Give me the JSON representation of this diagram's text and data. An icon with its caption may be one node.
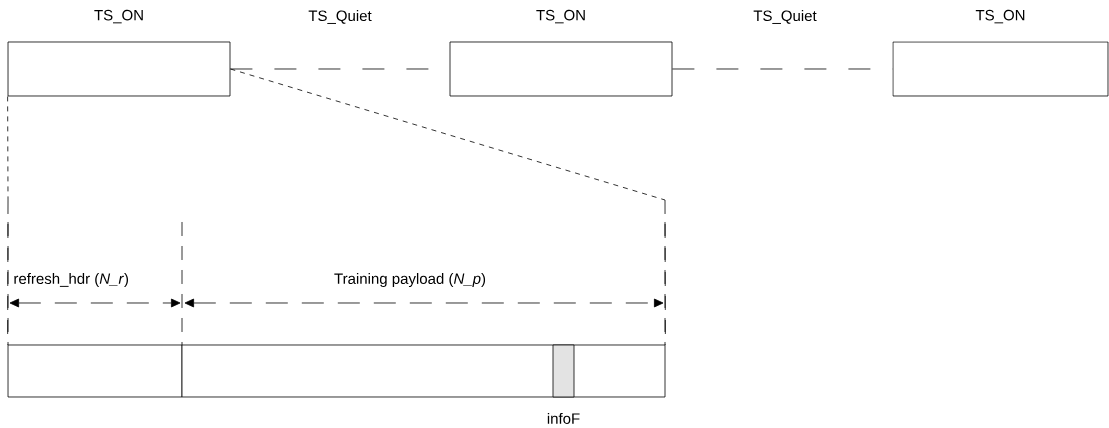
{
  "diagram": {
    "nodes": [
      {
        "text": [
          "TS_ON"
        ]
      },
      {
        "text": [
          "TS_ON"
        ]
      },
      {
        "text": [
          "TS_ON"
        ]
      },
      {
        "text": [],
        "shape": "box"
      },
      {
        "text": [],
        "shape": "box"
      },
      {
        "text": [
          "infoF"
        ],
        "in": 4
      }
    ],
    "edges": [
      {
        "from": 0,
        "to": 1,
        "arrow": "none",
        "style": "dashed"
      },
      {
        "from": 1,
        "to": 2,
        "arrow": "none",
        "style": "dashed"
      },
      {
        "from": 0,
        "to": 3,
        "arrow": "none",
        "style": "dashed"
      },
      {
        "from": 0,
        "to": 4,
        "arrow": "none",
        "style": "dashed"
      }
    ],
    "labels": [
      "TS_Quiet",
      "TS_Quiet",
      "refresh_hdr (*N_r*)",
      "Training payload (*N_p*)"
    ]
  }
}
